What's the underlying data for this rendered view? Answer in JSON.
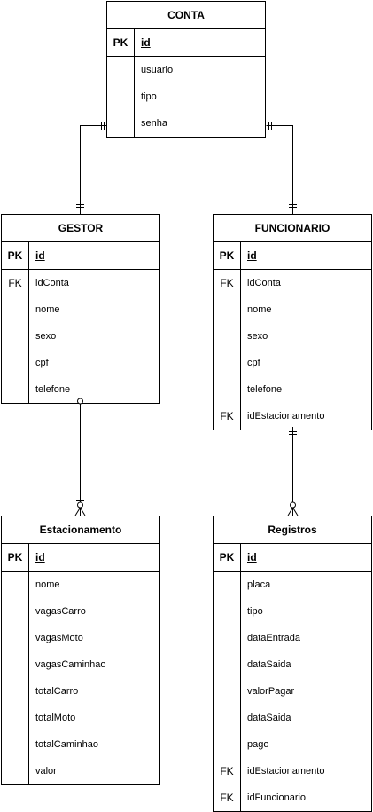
{
  "entities": {
    "conta": {
      "title": "CONTA",
      "pk": {
        "key": "PK",
        "name": "id"
      },
      "fields": [
        {
          "key": "",
          "name": "usuario"
        },
        {
          "key": "",
          "name": "tipo"
        },
        {
          "key": "",
          "name": "senha"
        }
      ]
    },
    "gestor": {
      "title": "GESTOR",
      "pk": {
        "key": "PK",
        "name": "id"
      },
      "fields": [
        {
          "key": "FK",
          "name": "idConta"
        },
        {
          "key": "",
          "name": "nome"
        },
        {
          "key": "",
          "name": "sexo"
        },
        {
          "key": "",
          "name": "cpf"
        },
        {
          "key": "",
          "name": "telefone"
        }
      ]
    },
    "funcionario": {
      "title": "FUNCIONARIO",
      "pk": {
        "key": "PK",
        "name": "id"
      },
      "fields": [
        {
          "key": "FK",
          "name": "idConta"
        },
        {
          "key": "",
          "name": "nome"
        },
        {
          "key": "",
          "name": "sexo"
        },
        {
          "key": "",
          "name": "cpf"
        },
        {
          "key": "",
          "name": "telefone"
        },
        {
          "key": "FK",
          "name": "idEstacionamento"
        }
      ]
    },
    "estacionamento": {
      "title": "Estacionamento",
      "pk": {
        "key": "PK",
        "name": "id"
      },
      "fields": [
        {
          "key": "",
          "name": "nome"
        },
        {
          "key": "",
          "name": "vagasCarro"
        },
        {
          "key": "",
          "name": "vagasMoto"
        },
        {
          "key": "",
          "name": "vagasCaminhao"
        },
        {
          "key": "",
          "name": "totalCarro"
        },
        {
          "key": "",
          "name": "totalMoto"
        },
        {
          "key": "",
          "name": "totalCaminhao"
        },
        {
          "key": "",
          "name": "valor"
        }
      ]
    },
    "registros": {
      "title": "Registros",
      "pk": {
        "key": "PK",
        "name": "id"
      },
      "fields": [
        {
          "key": "",
          "name": "placa"
        },
        {
          "key": "",
          "name": "tipo"
        },
        {
          "key": "",
          "name": "dataEntrada"
        },
        {
          "key": "",
          "name": "dataSaida"
        },
        {
          "key": "",
          "name": "valorPagar"
        },
        {
          "key": "",
          "name": "dataSaida"
        },
        {
          "key": "",
          "name": "pago"
        },
        {
          "key": "FK",
          "name": "idEstacionamento"
        },
        {
          "key": "FK",
          "name": "idFuncionario"
        }
      ]
    }
  },
  "relationships": [
    {
      "from": "conta",
      "to": "gestor",
      "from_end": "one-mandatory",
      "to_end": "one-mandatory"
    },
    {
      "from": "conta",
      "to": "funcionario",
      "from_end": "one-mandatory",
      "to_end": "one-mandatory"
    },
    {
      "from": "gestor",
      "to": "estacionamento",
      "from_end": "zero-or-one",
      "to_end": "zero-or-many"
    },
    {
      "from": "funcionario",
      "to": "registros",
      "from_end": "one-mandatory",
      "to_end": "zero-or-many"
    }
  ]
}
